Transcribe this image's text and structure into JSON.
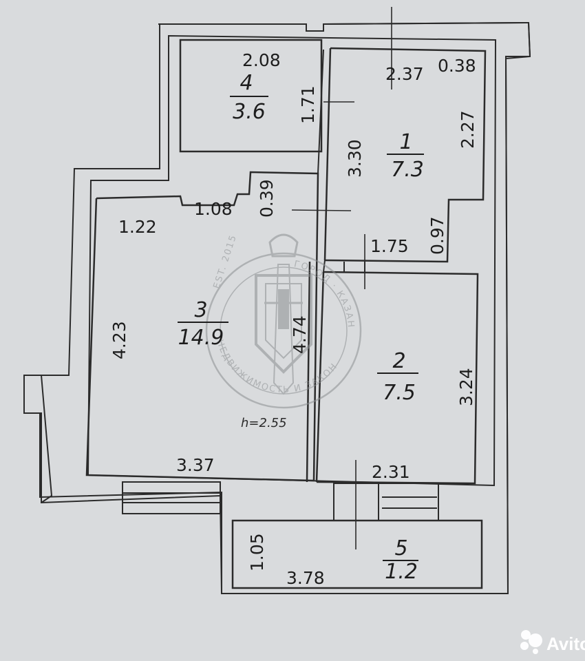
{
  "rooms": [
    {
      "number": "1",
      "area": "7.3"
    },
    {
      "number": "2",
      "area": "7.5"
    },
    {
      "number": "3",
      "area": "14.9"
    },
    {
      "number": "4",
      "area": "3.6"
    },
    {
      "number": "5",
      "area": "1.2"
    }
  ],
  "dimensions": {
    "r4_width": "2.08",
    "r4_height": "1.71",
    "r1_top": "2.37",
    "r1_top_right": "0.38",
    "r1_right": "2.27",
    "r1_left": "3.30",
    "r1_notch": "0.97",
    "r1_bottom": "1.75",
    "r3_top_left": "1.22",
    "r3_top_mid": "1.08",
    "r3_notch": "0.39",
    "r3_left": "4.23",
    "r3_right": "4.74",
    "r3_bottom": "3.37",
    "r2_right": "3.24",
    "r2_bottom": "2.31",
    "r5_height": "1.05",
    "r5_width": "3.78"
  },
  "ceiling_height": "h=2.55",
  "watermark": {
    "arc_top": "ГОРОД · КАЗАНЬ",
    "arc_bottom": "НЕДВИЖИМОСТЬ И ЗАКОН",
    "est": "EST. 2015"
  },
  "brand": "Avito",
  "colors": {
    "paper": "#d9dbdd",
    "wall": "#2b2b2b",
    "watermark": "#8c8f92"
  }
}
